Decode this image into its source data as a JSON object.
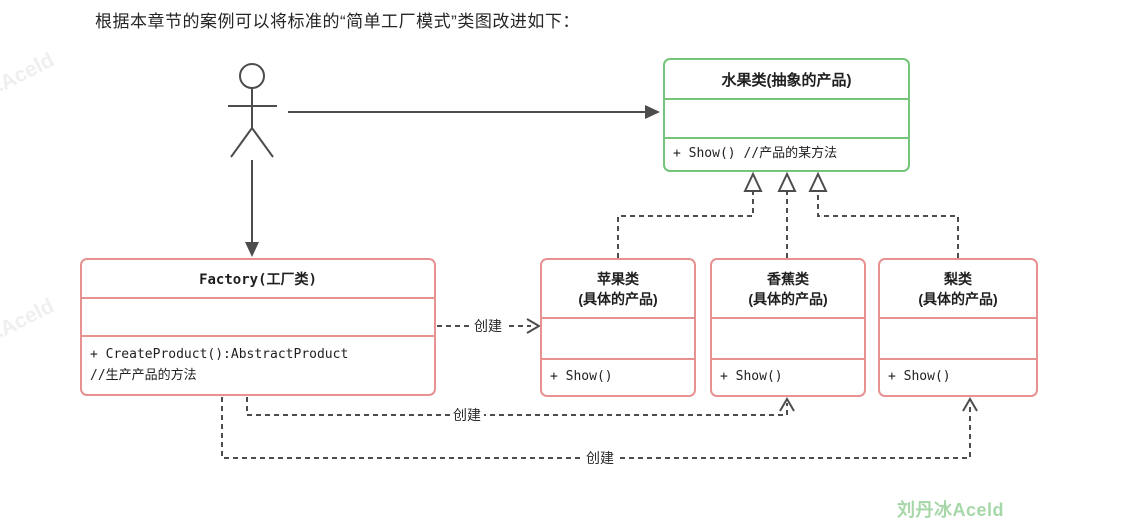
{
  "title": "根据本章节的案例可以将标准的“简单工厂模式”类图改进如下：",
  "diagram": {
    "classes": {
      "fruit": {
        "name": "水果类(抽象的产品)",
        "method": "+ Show() //产品的某方法",
        "border_color": "#74c47a"
      },
      "factory": {
        "name": "Factory(工厂类)",
        "method_line1": "+ CreateProduct():AbstractProduct",
        "method_line2": "//生产产品的方法",
        "border_color": "#e89191"
      },
      "apple": {
        "name_line1": "苹果类",
        "name_line2": "(具体的产品)",
        "method": "+ Show()"
      },
      "banana": {
        "name_line1": "香蕉类",
        "name_line2": "(具体的产品)",
        "method": "+ Show()"
      },
      "pear": {
        "name_line1": "梨类",
        "name_line2": "(具体的产品)",
        "method": "+ Show()"
      }
    },
    "edge_labels": {
      "create_apple": "创建",
      "create_banana": "创建",
      "create_pear": "创建"
    },
    "line_color": "#4d4d4d"
  },
  "watermark": {
    "signature": "刘丹冰Aceld",
    "signature_color": "#a6d7a8",
    "faint_text": "冰Aceld"
  }
}
